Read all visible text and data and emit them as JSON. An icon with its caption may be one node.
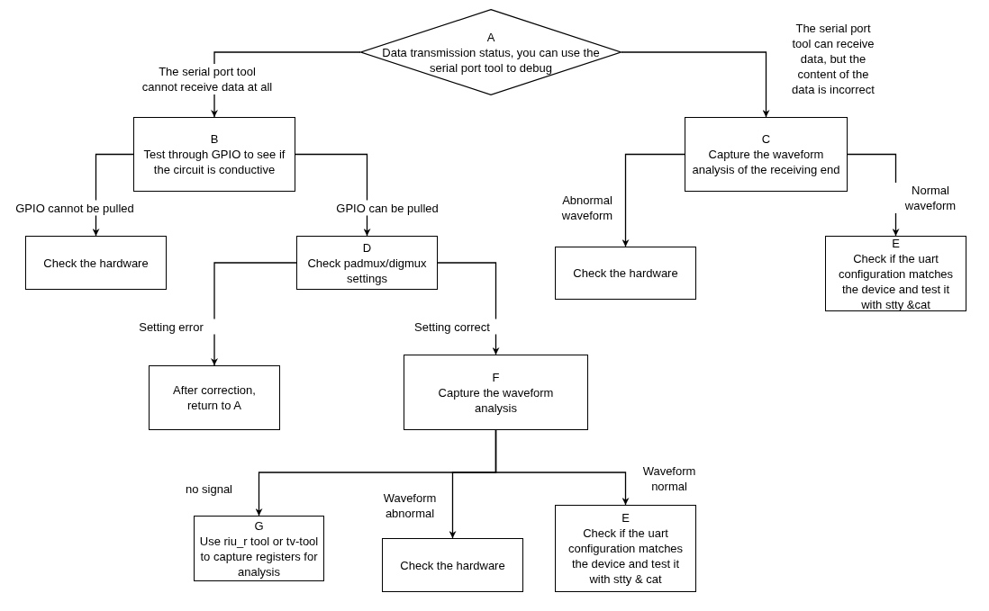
{
  "diagram": {
    "nodes": [
      {
        "text": [
          "A",
          "Data transmission status, you can use the serial port tool to debug"
        ]
      },
      {
        "text": [
          "B",
          "Test through GPIO to see if the circuit is conductive"
        ]
      },
      {
        "text": [
          "Check the hardware"
        ]
      },
      {
        "text": [
          "D",
          "Check padmux/digmux settings"
        ]
      },
      {
        "text": [
          "After correction, return to A"
        ]
      },
      {
        "text": [
          "F",
          "Capture the waveform analysis"
        ]
      },
      {
        "text": [
          "G",
          "Use riu_r tool or tv-tool to capture registers for analysis"
        ]
      },
      {
        "text": [
          "Check the hardware"
        ]
      },
      {
        "text": [
          "E",
          "Check if the uart configuration matches the device and test it with stty & cat"
        ]
      },
      {
        "text": [
          "C",
          "Capture the waveform analysis of the receiving end"
        ]
      },
      {
        "text": [
          "Check the hardware"
        ]
      },
      {
        "text": [
          "E",
          "Check if the uart configuration matches the device and test it with stty &cat"
        ]
      }
    ],
    "edges": [
      {
        "from": 0,
        "to": 1,
        "arrow": "to",
        "label": "The serial port tool cannot receive data at all"
      },
      {
        "from": 0,
        "to": 9,
        "arrow": "to",
        "label": "The serial port tool can receive data, but the content of the data is incorrect"
      },
      {
        "from": 1,
        "to": 2,
        "arrow": "to",
        "label": "GPIO cannot be pulled"
      },
      {
        "from": 1,
        "to": 3,
        "arrow": "to",
        "label": "GPIO can be pulled"
      },
      {
        "from": 3,
        "to": 4,
        "arrow": "to",
        "label": "Setting error"
      },
      {
        "from": 3,
        "to": 5,
        "arrow": "to",
        "label": "Setting correct"
      },
      {
        "from": 5,
        "to": 6,
        "arrow": "to",
        "label": "no signal"
      },
      {
        "from": 5,
        "to": 7,
        "arrow": "to",
        "label": "Waveform abnormal"
      },
      {
        "from": 5,
        "to": 8,
        "arrow": "to",
        "label": "Waveform normal"
      },
      {
        "from": 9,
        "to": 10,
        "arrow": "to",
        "label": "Abnormal waveform"
      },
      {
        "from": 9,
        "to": 11,
        "arrow": "to",
        "label": "Normal waveform"
      }
    ]
  }
}
